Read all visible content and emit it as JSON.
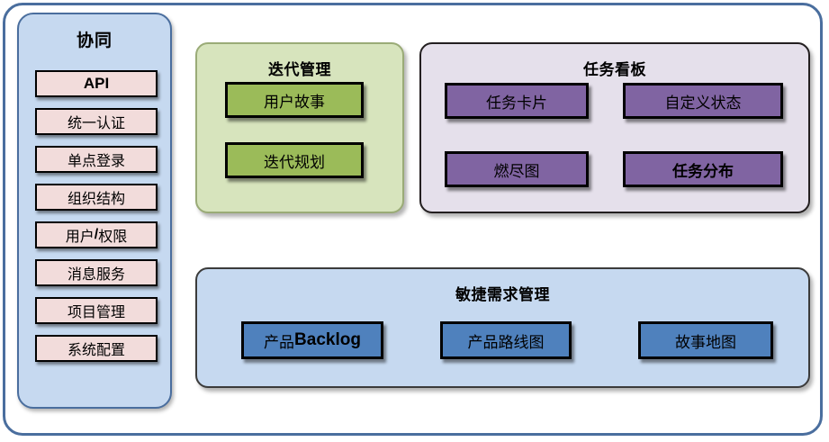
{
  "diagram": {
    "frame": {
      "label": "diagram-outer-frame"
    },
    "colors": {
      "frame_border": "#4a6e9e",
      "sidebar_bg": "#c6d9f0",
      "sidebar_item_bg": "#f2dcdb",
      "iteration_bg": "#d7e4bd",
      "iteration_border": "#9aab77",
      "iteration_node_bg": "#9bbb59",
      "taskboard_bg": "#e5e0eb",
      "taskboard_border": "#231f20",
      "taskboard_node_bg": "#8064a2",
      "agile_bg": "#c6d9f0",
      "agile_border": "#3b3b3b",
      "agile_node_bg": "#4f81bd",
      "node_border": "#000000"
    }
  },
  "sidebar": {
    "title": "协同",
    "items": [
      {
        "label": "API"
      },
      {
        "label": "统一认证"
      },
      {
        "label": "单点登录"
      },
      {
        "label": "组织结构"
      },
      {
        "label_prefix": "用户",
        "label_mid": "/",
        "label_suffix": "权限"
      },
      {
        "label": "消息服务"
      },
      {
        "label": "项目管理"
      },
      {
        "label": "系统配置"
      }
    ]
  },
  "groups": {
    "iteration": {
      "title": "迭代管理",
      "nodes": [
        {
          "label": "用户故事"
        },
        {
          "label": "迭代规划"
        }
      ]
    },
    "taskboard": {
      "title": "任务看板",
      "nodes": [
        {
          "label": "任务卡片"
        },
        {
          "label": "自定义状态"
        },
        {
          "label": "燃尽图"
        },
        {
          "label": "任务分布"
        }
      ]
    },
    "agile": {
      "title": "敏捷需求管理",
      "nodes": [
        {
          "label_cn": "产品",
          "label_latin": "Backlog"
        },
        {
          "label": "产品路线图"
        },
        {
          "label": "故事地图"
        }
      ]
    }
  }
}
